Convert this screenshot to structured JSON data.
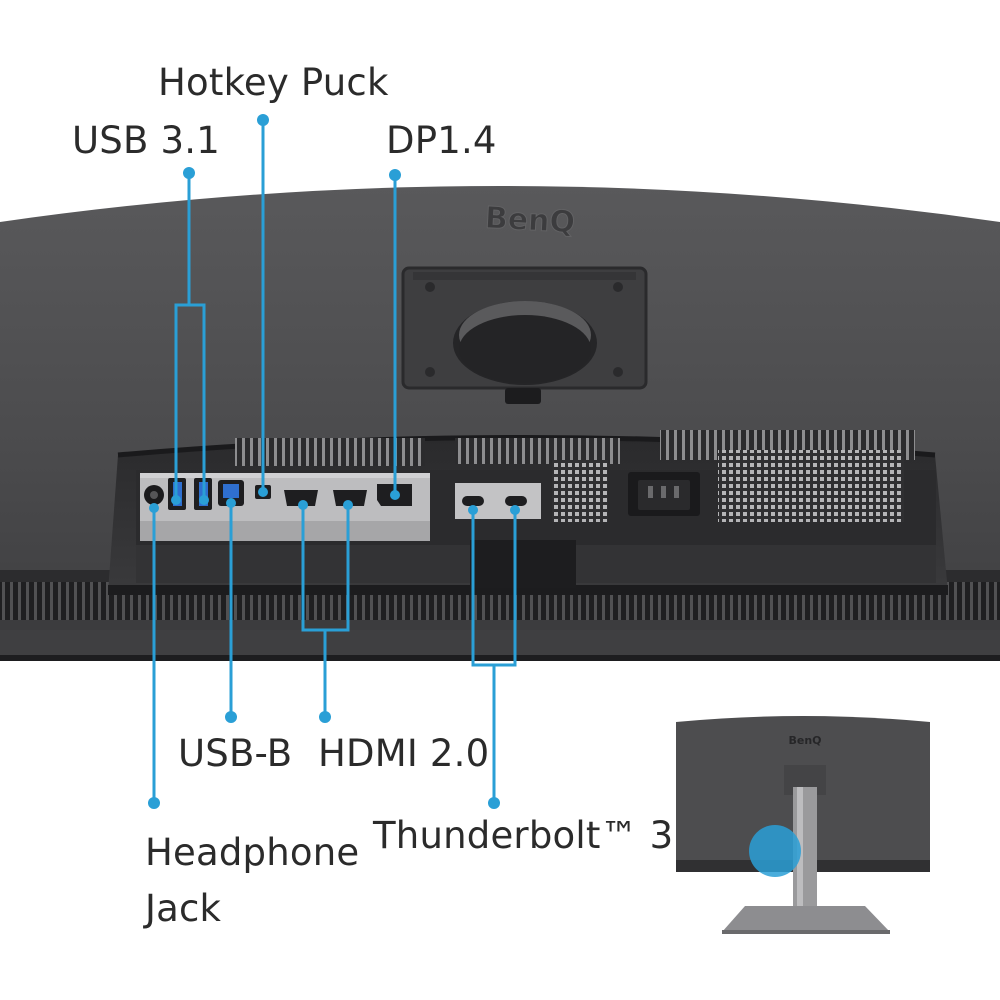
{
  "brand": {
    "logo_text": "BenQ"
  },
  "callouts": {
    "hotkey_puck": "Hotkey Puck",
    "usb31": "USB 3.1",
    "dp": "DP1.4",
    "usb_b": "USB-B",
    "hdmi": "HDMI 2.0",
    "thunderbolt": "Thunderbolt™ 3",
    "headphone_line1": "Headphone",
    "headphone_line2": "Jack"
  },
  "colors": {
    "accent": "#2a9fd6",
    "monitor_body": "#4a4a4c",
    "monitor_dark": "#2e2e30",
    "port_panel": "#b9b9bb",
    "label_text": "#2b2b2b"
  }
}
